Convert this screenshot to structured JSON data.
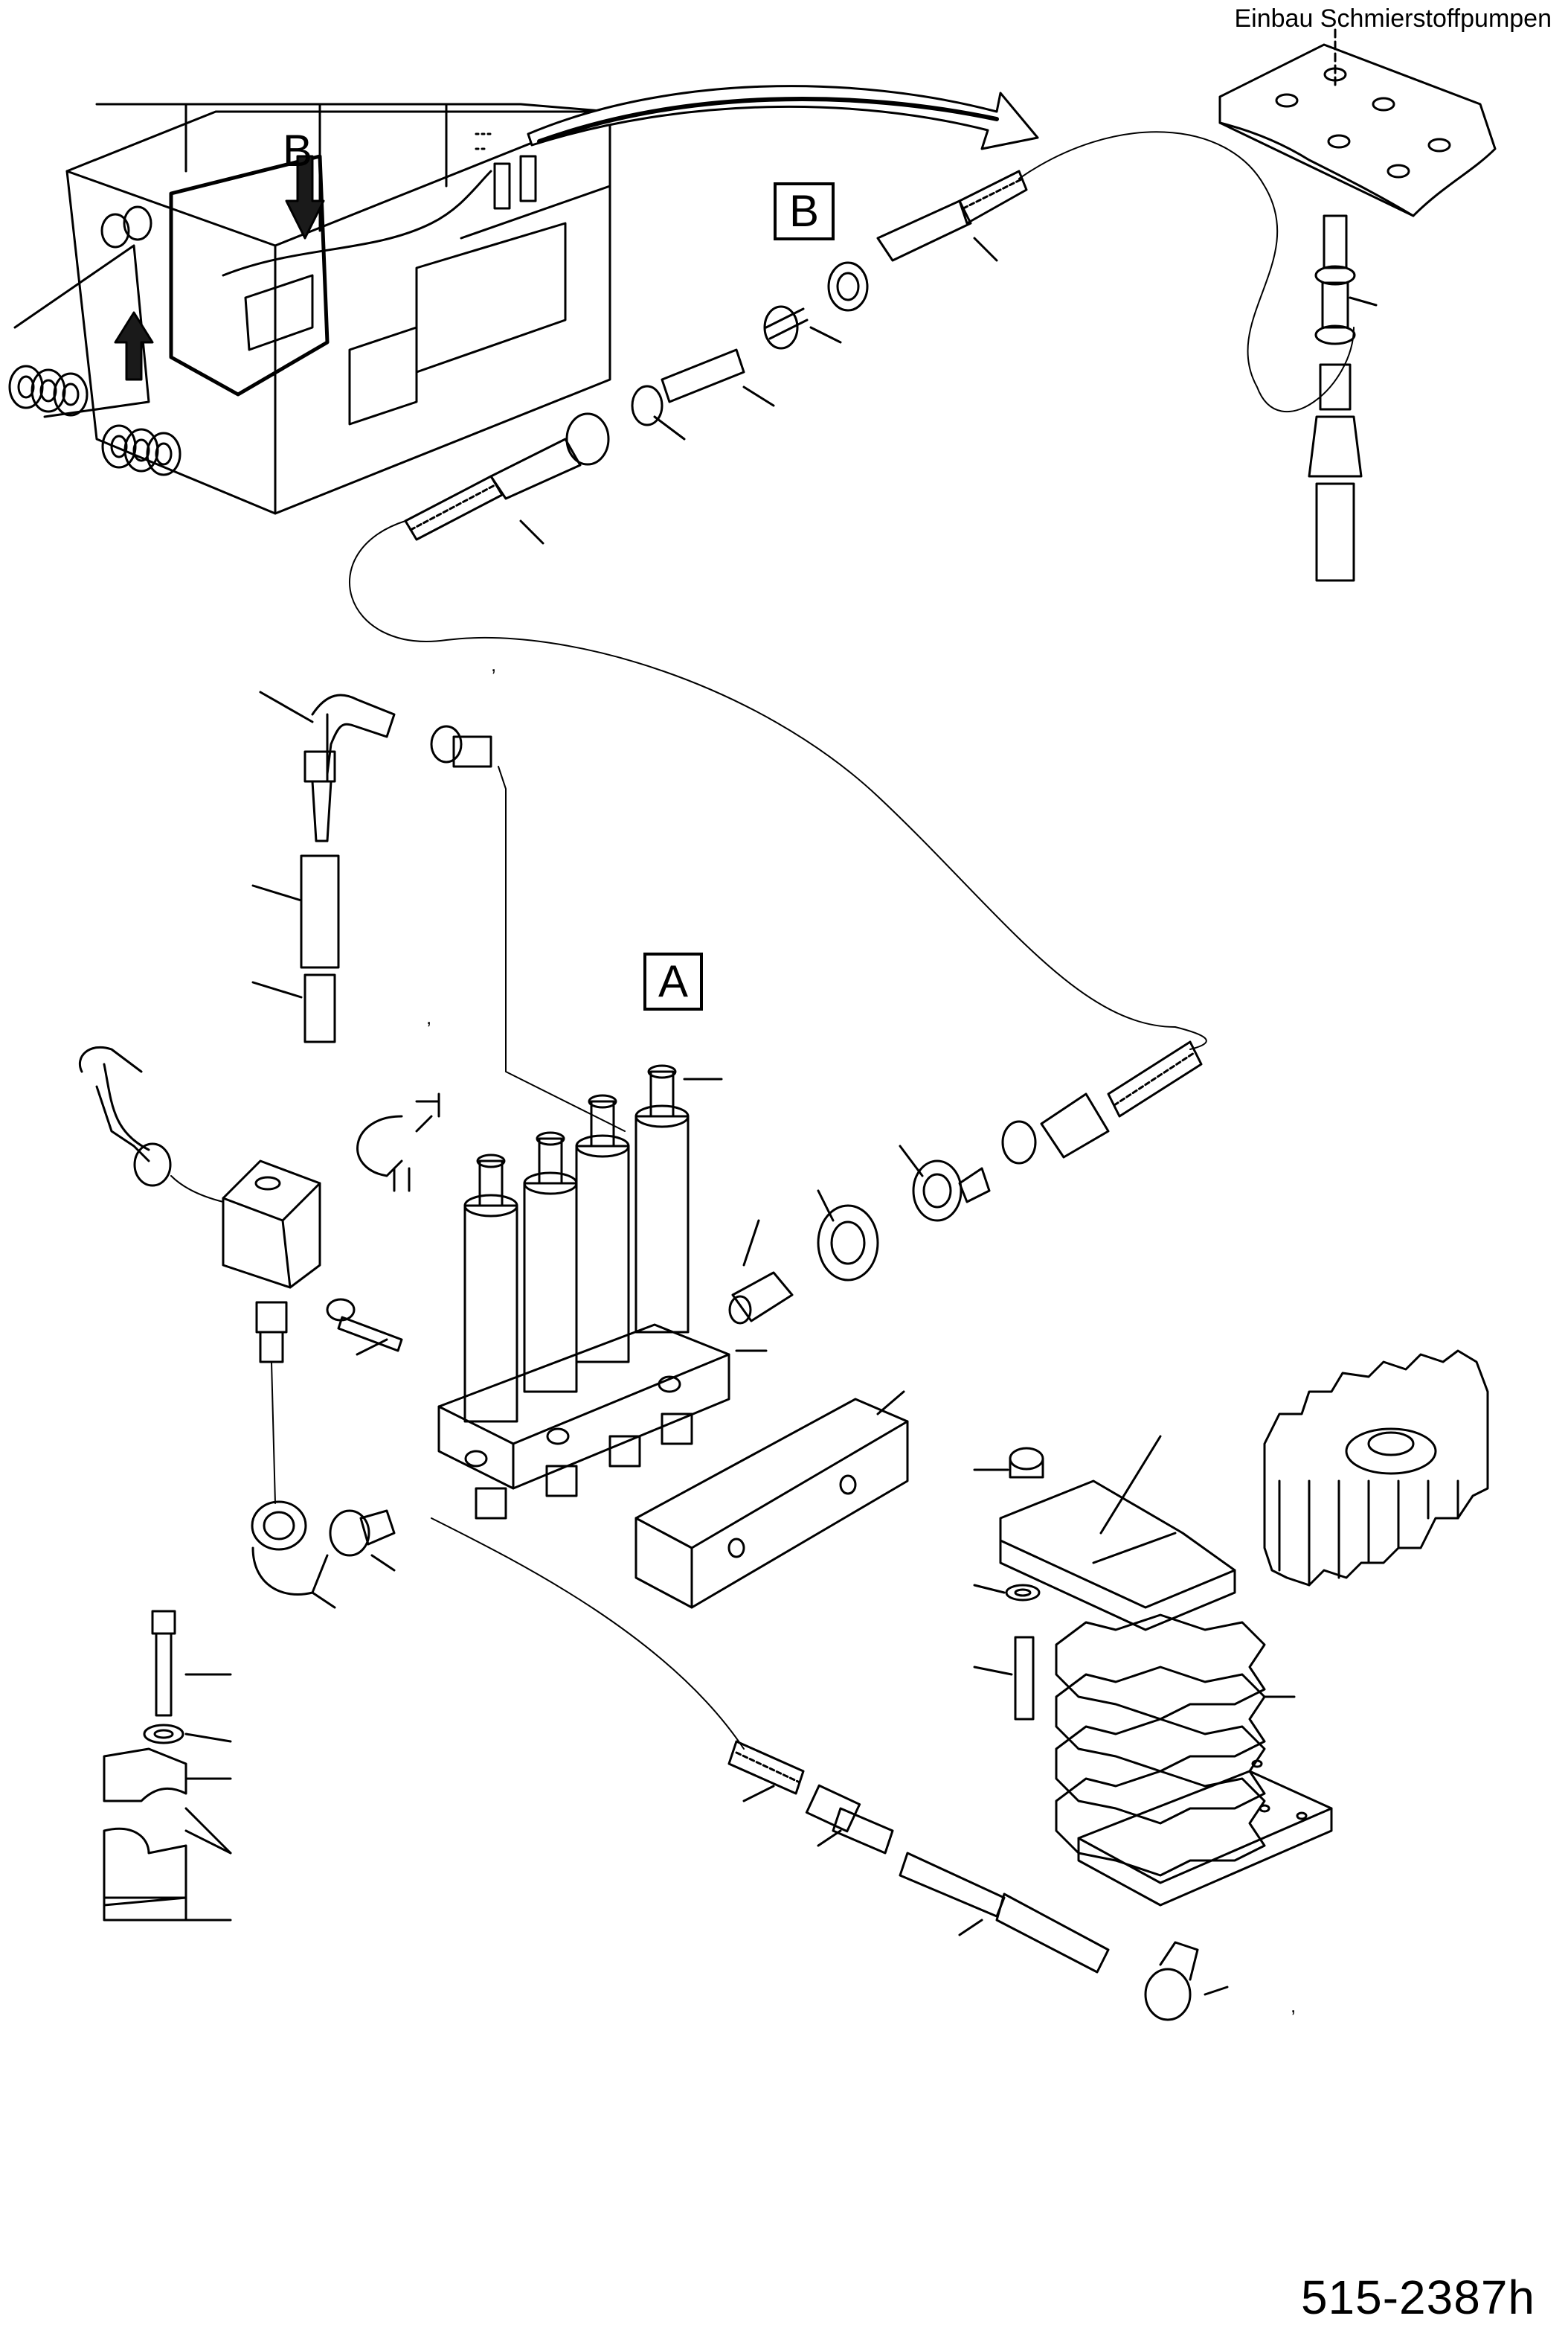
{
  "title": "Einbau Schmierstoffpumpen",
  "document_number": "515-2387h",
  "view_labels": {
    "detail_b": "B",
    "detail_a": "A",
    "flag_b": "B"
  },
  "marks": {
    "comma_1": ",",
    "comma_2": ",",
    "comma_3": ","
  },
  "colors": {
    "line": "#000000",
    "background": "#ffffff",
    "fill_dark": "#1a1a1a",
    "fill_light": "#ffffff"
  },
  "icons": [
    "arrow-icon",
    "gear-icon",
    "hose-icon",
    "fitting-icon",
    "pump-block-icon",
    "solenoid-valve-icon",
    "bolt-icon",
    "nut-icon",
    "clamp-icon",
    "sprocket-stack-icon"
  ]
}
